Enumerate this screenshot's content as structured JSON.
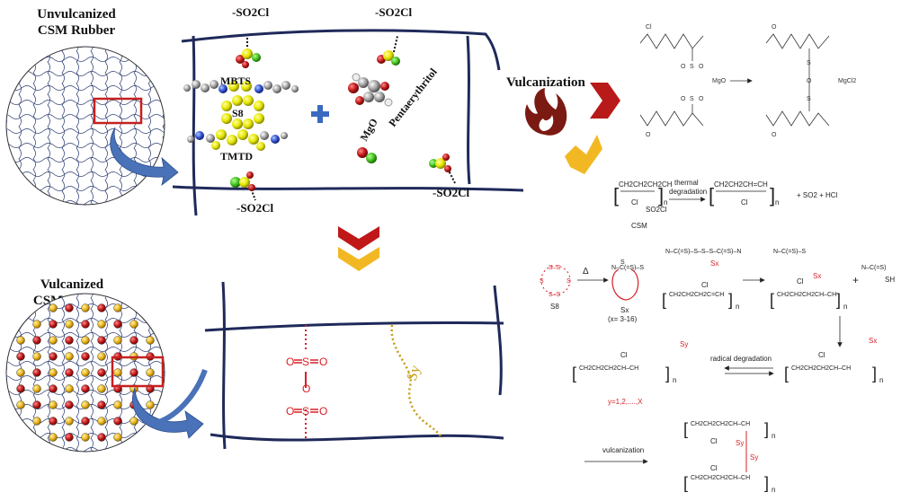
{
  "top_left": {
    "title_line1": "Unvulcanized",
    "title_line2": "CSM Rubber"
  },
  "bottom_left": {
    "title_line1": "Vulcanized",
    "title_line2": "CSM Rubber"
  },
  "top_panel": {
    "so2cl_labels": [
      "-SO2Cl",
      "-SO2Cl",
      "-SO2Cl",
      "-SO2Cl"
    ],
    "mbts": "MBTS",
    "s8": "S8",
    "tmtd": "TMTD",
    "pentaerythritol": "Pentaerythritol",
    "mgo": "MgO"
  },
  "bottom_panel": {
    "o": "O",
    "s": "S",
    "sy": "Sy"
  },
  "vulcanization_label": "Vulcanization",
  "reaction_mgo": {
    "cl": "Cl",
    "o": "O",
    "s": "S",
    "mgo": "MgO",
    "mgcl2": "MgCl2"
  },
  "reaction_thermal": {
    "label_line1": "thermal",
    "label_line2": "degradation",
    "csm": "CSM",
    "products": "+ SO2 + HCl",
    "cl": "Cl",
    "so2cl": "SO2Cl",
    "n": "n"
  },
  "reaction_sulfur": {
    "s8": "S8",
    "delta": "Δ",
    "sx": "Sx",
    "sx_range": "(x= 3-16)",
    "sh": "SH",
    "cl": "Cl",
    "n": "n"
  },
  "reaction_radical": {
    "label": "radical degradation",
    "sy": "Sy",
    "sx": "Sx",
    "y_range": "y=1,2,....,X",
    "cl": "Cl",
    "n": "n"
  },
  "reaction_vulcanization": {
    "label": "vulcanization",
    "sy": "Sy",
    "cl": "Cl",
    "n": "n"
  },
  "colors": {
    "navy": "#1f2a5a",
    "red": "#d81f26",
    "gold": "#e8b51a",
    "arrow_blue": "#4a72b8",
    "flame_dark": "#7a1a12",
    "chevron_red": "#b81a1a",
    "chevron_gold": "#f2b824"
  }
}
